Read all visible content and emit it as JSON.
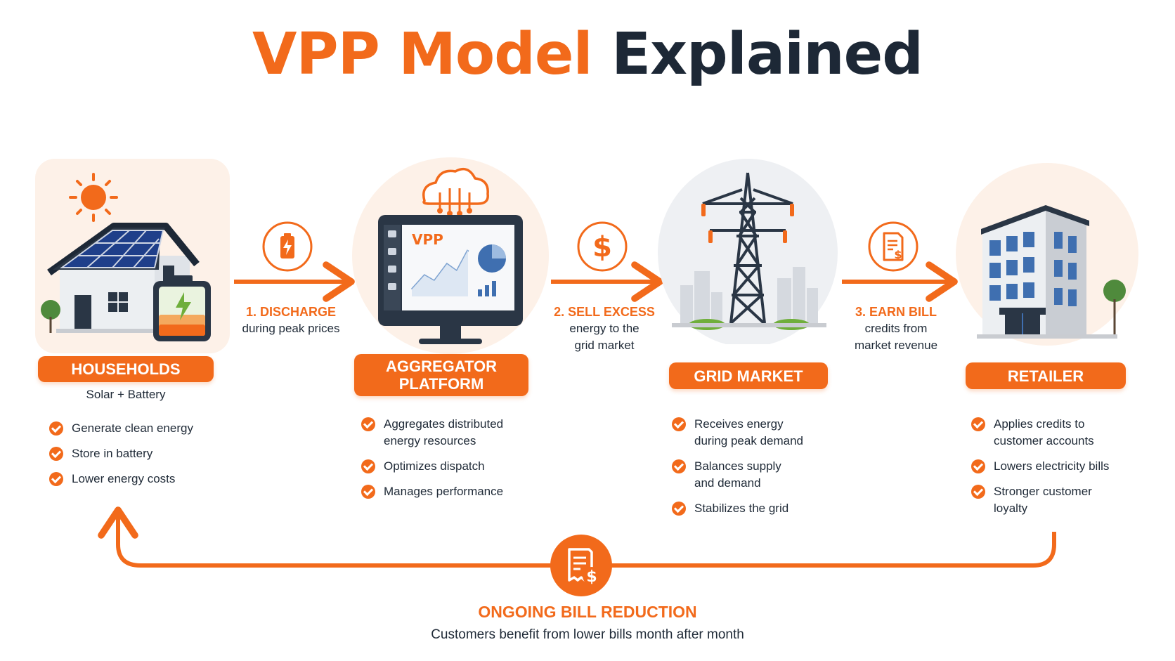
{
  "title": {
    "part1": "VPP Model",
    "part2": "Explained"
  },
  "colors": {
    "accent": "#f26a1b",
    "dark": "#1d2836",
    "panel": "#fdf1e8",
    "circle": "#eef0f3"
  },
  "flow_steps": [
    {
      "icon": "battery-icon",
      "title": "1. DISCHARGE",
      "line1": "during peak prices",
      "line2": ""
    },
    {
      "icon": "dollar-icon",
      "title": "2. SELL EXCESS",
      "line1": "energy to the",
      "line2": "grid market"
    },
    {
      "icon": "invoice-icon",
      "title": "3. EARN BILL",
      "line1": "credits from",
      "line2": "market revenue"
    }
  ],
  "stages": [
    {
      "icon": "house-solar-battery-icon",
      "label": "HOUSEHOLDS",
      "subtitle": "Solar + Battery",
      "bullets": [
        "Generate clean energy",
        "Store in battery",
        "Lower energy costs"
      ]
    },
    {
      "icon": "vpp-monitor-icon",
      "label_line1": "AGGREGATOR",
      "label_line2": "PLATFORM",
      "screen_label": "VPP",
      "bullets": [
        {
          "l1": "Aggregates distributed",
          "l2": "energy resources"
        },
        {
          "l1": "Optimizes dispatch",
          "l2": ""
        },
        {
          "l1": "Manages performance",
          "l2": ""
        }
      ]
    },
    {
      "icon": "transmission-tower-icon",
      "label": "GRID MARKET",
      "bullets": [
        {
          "l1": "Receives energy",
          "l2": "during peak demand"
        },
        {
          "l1": "Balances supply",
          "l2": "and demand"
        },
        {
          "l1": "Stabilizes the grid",
          "l2": ""
        }
      ]
    },
    {
      "icon": "office-building-icon",
      "label": "RETAILER",
      "bullets": [
        {
          "l1": "Applies credits to",
          "l2": "customer accounts"
        },
        {
          "l1": "Lowers electricity bills",
          "l2": ""
        },
        {
          "l1": "Stronger customer",
          "l2": "loyalty"
        }
      ]
    }
  ],
  "feedback": {
    "icon": "bill-receipt-icon",
    "title": "ONGOING BILL REDUCTION",
    "description": "Customers benefit from lower bills month after month"
  }
}
